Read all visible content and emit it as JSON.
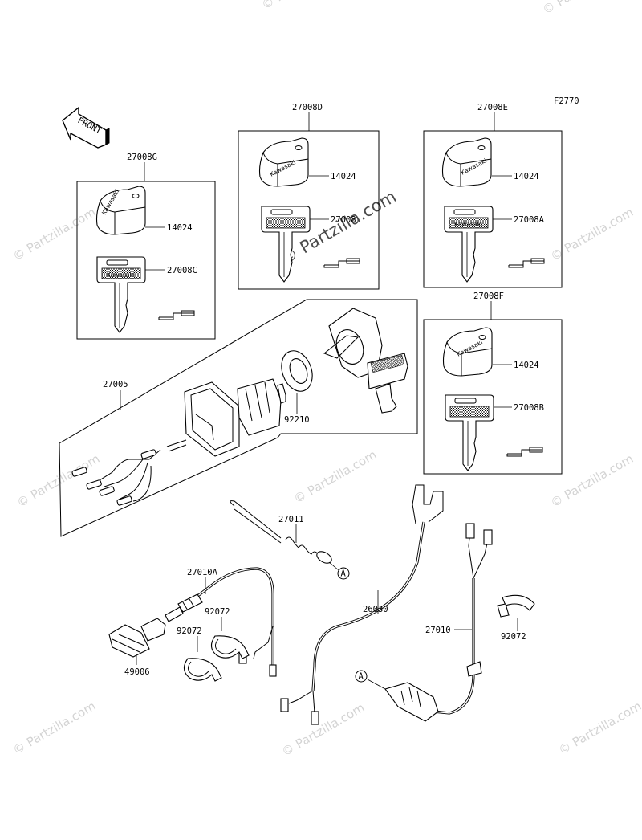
{
  "figure_code": "F2770",
  "front_label": "FRONT",
  "watermark": "© Partzilla.com",
  "brand_on_keys": "Kawasaki",
  "callout_letter": "A",
  "groups": {
    "g": "27008G",
    "d": "27008D",
    "e": "27008E",
    "f": "27008F"
  },
  "labels": {
    "knob_g": "14024",
    "key_g": "27008C",
    "knob_d": "14024",
    "key_d": "27008",
    "knob_e": "14024",
    "key_e": "27008A",
    "knob_f": "14024",
    "key_f": "27008B",
    "switch": "27005",
    "nut": "92210",
    "cable": "27011",
    "lead_a": "27010A",
    "clamp_1": "92072",
    "clamp_2": "92072",
    "connector": "49006",
    "harness": "26030",
    "lead": "27010",
    "clamp_3": "92072"
  }
}
